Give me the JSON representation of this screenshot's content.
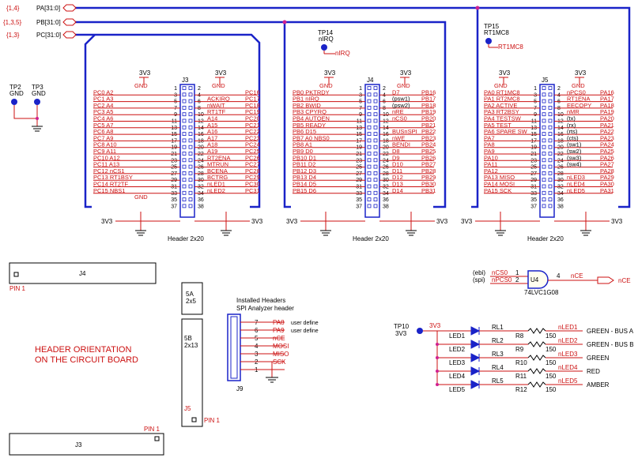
{
  "colors": {
    "bus": "#1a23c8",
    "net": "#cc1111",
    "ink": "#000000",
    "junction": "#d02090",
    "chip": "#fffef0"
  },
  "buses": [
    {
      "ref": "{1,4}",
      "name": "PA[31:0]"
    },
    {
      "ref": "{1,3,5}",
      "name": "PB[31:0]"
    },
    {
      "ref": "{1,3}",
      "name": "PC[31:0]"
    }
  ],
  "headers": [
    {
      "ref": "J3",
      "footer": "Header 2x20",
      "top_power": [
        "3V3",
        "3V3"
      ],
      "rows": [
        {
          "l": "GND",
          "r": "GND"
        },
        {
          "l": "PC0  A2",
          "r": "PC16"
        },
        {
          "l": "PC1  A3",
          "m": "ACKIRQ",
          "r": "PC17"
        },
        {
          "l": "PC2  A4",
          "m": "nWAIT",
          "r": "PC18"
        },
        {
          "l": "PC3  A5",
          "m": "RT1TF",
          "r": "PC19"
        },
        {
          "l": "PC4  A6",
          "m": "A14",
          "r": "PC20"
        },
        {
          "l": "PC5  A7",
          "m": "A15",
          "r": "PC21"
        },
        {
          "l": "PC6  A8",
          "m": "A16",
          "r": "PC22"
        },
        {
          "l": "PC7  A9",
          "m": "A17",
          "r": "PC23"
        },
        {
          "l": "PC8  A10",
          "m": "A18",
          "r": "PC24"
        },
        {
          "l": "PC9  A11",
          "m": "A19",
          "r": "PC25"
        },
        {
          "l": "PC10  A12",
          "m": "RT2ENA",
          "r": "PC26"
        },
        {
          "l": "PC11  A13",
          "m": "MTRUN",
          "r": "PC27"
        },
        {
          "l": "PC12  nCS1",
          "m": "BCENA",
          "r": "PC28"
        },
        {
          "l": "PC13  RT1BSY",
          "m": "BCTRG",
          "r": "PC29"
        },
        {
          "l": "PC14  RT2TF",
          "m": "nLED1",
          "r": "PC30"
        },
        {
          "l": "PC15  NBS1",
          "m": "nLED2",
          "r": "PC31"
        },
        {
          "l": "GND",
          "r": ""
        },
        {
          "l": "",
          "r": ""
        }
      ],
      "bottom": [
        "3V3",
        "3V3"
      ]
    },
    {
      "ref": "J4",
      "footer": "Header 2x20",
      "top_power": [
        "3V3",
        "3V3"
      ],
      "rows": [
        {
          "l": "GND",
          "r": "GND"
        },
        {
          "l": "PB0  PKTRDY",
          "m": "D7",
          "r": "PB16"
        },
        {
          "l": "PB1  nIRQ",
          "m": "(psw1)",
          "r": "PB17"
        },
        {
          "l": "PB2  BWID",
          "m": "(psw2)",
          "r": "PB18"
        },
        {
          "l": "PB3  CPYRQ",
          "m": "nRE",
          "r": "PB19"
        },
        {
          "l": "PB4  AUTOEN",
          "m": "nCS0",
          "r": "PB20"
        },
        {
          "l": "PB5  READY",
          "m": "",
          "r": "PB21"
        },
        {
          "l": "PB6  D15",
          "m": "BUSnSPI",
          "r": "PB22"
        },
        {
          "l": "PB7  A0  NBS0",
          "m": "nWE",
          "r": "PB23"
        },
        {
          "l": "PB8  A1",
          "m": "BENDI",
          "r": "PB24"
        },
        {
          "l": "PB9  D0",
          "m": "D8",
          "r": "PB25"
        },
        {
          "l": "PB10  D1",
          "m": "D9",
          "r": "PB26"
        },
        {
          "l": "PB11  D2",
          "m": "D10",
          "r": "PB27"
        },
        {
          "l": "PB12  D3",
          "m": "D11",
          "r": "PB28"
        },
        {
          "l": "PB13  D4",
          "m": "D12",
          "r": "PB29"
        },
        {
          "l": "PB14  D5",
          "m": "D13",
          "r": "PB30"
        },
        {
          "l": "PB15  D6",
          "m": "D14",
          "r": "PB31"
        },
        {
          "l": "",
          "r": ""
        },
        {
          "l": "",
          "r": ""
        }
      ],
      "bottom": [
        "3V3",
        "3V3"
      ]
    },
    {
      "ref": "J5",
      "footer": "Header 2x20",
      "top_power": [
        "3V3",
        "3V3"
      ],
      "rows": [
        {
          "l": "GND",
          "r": "GND"
        },
        {
          "l": "PA0  RT1MC8",
          "m": "nPCS0",
          "r": "PA16"
        },
        {
          "l": "PA1  RT2MC8",
          "m": "RT1ENA",
          "r": "PA17"
        },
        {
          "l": "PA2  ACTIVE",
          "m": "EECOPY",
          "r": "PA18"
        },
        {
          "l": "PA3  RT2BSY",
          "m": "nMR",
          "r": "PA19"
        },
        {
          "l": "PA4  TESTSW",
          "m": "(tx)",
          "r": "PA20"
        },
        {
          "l": "PA5  TEST",
          "m": "(rx)",
          "r": "PA21"
        },
        {
          "l": "PA6  SPARE SW",
          "m": "(rts)",
          "r": "PA22"
        },
        {
          "l": "PA7",
          "m": "(cts)",
          "r": "PA23"
        },
        {
          "l": "PA8",
          "m": "(sw1)",
          "r": "PA24"
        },
        {
          "l": "PA9",
          "m": "(sw2)",
          "r": "PA25"
        },
        {
          "l": "PA10",
          "m": "(sw3)",
          "r": "PA26"
        },
        {
          "l": "PA11",
          "m": "(sw4)",
          "r": "PA27"
        },
        {
          "l": "PA12",
          "m": "",
          "r": "PA28"
        },
        {
          "l": "PA13  MISO",
          "m": "nLED3",
          "r": "PA29"
        },
        {
          "l": "PA14  MOSI",
          "m": "nLED4",
          "r": "PA30"
        },
        {
          "l": "PA15  SCK",
          "m": "nLED5",
          "r": "PA31"
        },
        {
          "l": "",
          "r": ""
        },
        {
          "l": "",
          "r": ""
        }
      ],
      "bottom": [
        "3V3",
        "3V3"
      ]
    }
  ],
  "test_points": [
    {
      "ref": "TP14",
      "net": "nIRQ",
      "label": "nIRQ"
    },
    {
      "ref": "TP15",
      "net": "RT1MC8",
      "label": "RT1MC8"
    },
    {
      "ref": "TP2",
      "net": "GND"
    },
    {
      "ref": "TP3",
      "net": "GND"
    },
    {
      "ref": "TP10",
      "net": "3V3"
    }
  ],
  "orientation": {
    "title_line1": "HEADER ORIENTATION",
    "title_line2": "ON THE CIRCUIT BOARD",
    "j4_label": "J4",
    "j3_label": "J3",
    "j5_label": "J5",
    "pin1": "PIN 1",
    "seg_5a": "5A",
    "seg_5a_size": "2x5",
    "seg_5b": "5B",
    "seg_5b_size": "2x13"
  },
  "spi_header": {
    "caption1": "Installed Headers",
    "caption2": "SPI Analyzer header",
    "ref": "J9",
    "pins": [
      {
        "n": "7",
        "net": "PA8",
        "note": "user define"
      },
      {
        "n": "6",
        "net": "PA9",
        "note": "user define"
      },
      {
        "n": "5",
        "net": "nCE",
        "note": ""
      },
      {
        "n": "4",
        "net": "MOSI",
        "note": ""
      },
      {
        "n": "3",
        "net": "MISO",
        "note": ""
      },
      {
        "n": "2",
        "net": "SCK",
        "note": ""
      },
      {
        "n": "1",
        "net": "",
        "note": ""
      }
    ]
  },
  "gate": {
    "ref": "U4",
    "part": "74LVC1G08",
    "in1": "nCS0",
    "in1_note": "(ebi)",
    "in1_pin": "1",
    "in2": "nPCS0",
    "in2_note": "(spi)",
    "in2_pin": "2",
    "out_pin": "4",
    "out": "nCE",
    "port": "nCE"
  },
  "leds": [
    {
      "led": "LED1",
      "rl": "RL1",
      "r": "R8",
      "ohm": "150",
      "net": "nLED1",
      "desc": "GREEN - BUS A"
    },
    {
      "led": "LED2",
      "rl": "RL2",
      "r": "R9",
      "ohm": "150",
      "net": "nLED2",
      "desc": "GREEN - BUS B"
    },
    {
      "led": "LED3",
      "rl": "RL3",
      "r": "R10",
      "ohm": "150",
      "net": "nLED3",
      "desc": "GREEN"
    },
    {
      "led": "LED4",
      "rl": "RL4",
      "r": "R11",
      "ohm": "150",
      "net": "nLED4",
      "desc": "RED"
    },
    {
      "led": "LED5",
      "rl": "RL5",
      "r": "R12",
      "ohm": "150",
      "net": "nLED5",
      "desc": "AMBER"
    }
  ],
  "led_supply": "3V3",
  "led_tp": "TP10",
  "led_tp_net": "3V3"
}
